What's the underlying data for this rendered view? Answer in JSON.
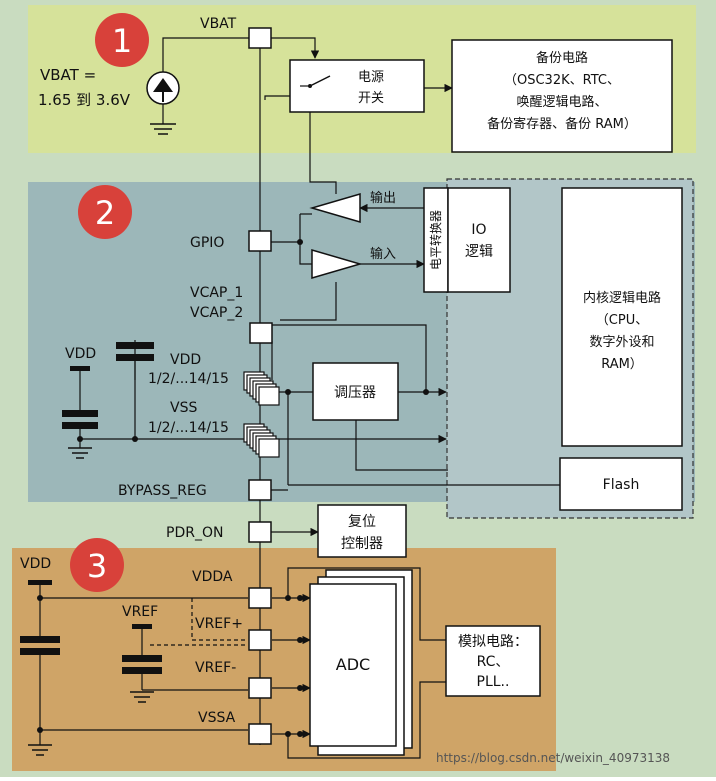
{
  "colors": {
    "outer_bg": "#c9dcc0",
    "zone1": "#d6e29a",
    "zone2": "#9cb7b9",
    "zone3": "#cfa467",
    "badge": "#d8413a",
    "box": "#ffffff",
    "line": "#111111",
    "dashed_region": "#b2c6c8"
  },
  "badges": [
    "1",
    "2",
    "3"
  ],
  "pins": {
    "vbat": "VBAT",
    "gpio": "GPIO",
    "vcap1": "VCAP_1",
    "vcap2": "VCAP_2",
    "vdd_num": "1/2/...14/15",
    "vss_num": "1/2/...14/15",
    "bypass": "BYPASS_REG",
    "pdr_on": "PDR_ON",
    "vdda": "VDDA",
    "vref_plus": "VREF+",
    "vref_minus": "VREF-",
    "vssa": "VSSA"
  },
  "labels": {
    "vbat_range_1": "VBAT =",
    "vbat_range_2": "1.65 到 3.6V",
    "vdd_left": "VDD",
    "vdd_pin": "VDD",
    "vss_pin": "VSS",
    "vdd_bottom": "VDD",
    "vref_cap": "VREF",
    "output": "输出",
    "input": "输入"
  },
  "blocks": {
    "power_switch": [
      "电源",
      "开关"
    ],
    "backup": [
      "备份电路",
      "（OSC32K、RTC、",
      "唤醒逻辑电路、",
      "备份寄存器、备份 RAM）"
    ],
    "level_shifter": "电平转换器",
    "io_logic": [
      "IO",
      "逻辑"
    ],
    "core_logic": [
      "内核逻辑电路",
      "（CPU、",
      "数字外设和",
      "RAM）"
    ],
    "regulator": "调压器",
    "flash": "Flash",
    "reset": [
      "复位",
      "控制器"
    ],
    "adc": "ADC",
    "analog": [
      "模拟电路：",
      "RC、",
      "PLL.."
    ]
  },
  "watermark": "https://blog.csdn.net/weixin_40973138"
}
